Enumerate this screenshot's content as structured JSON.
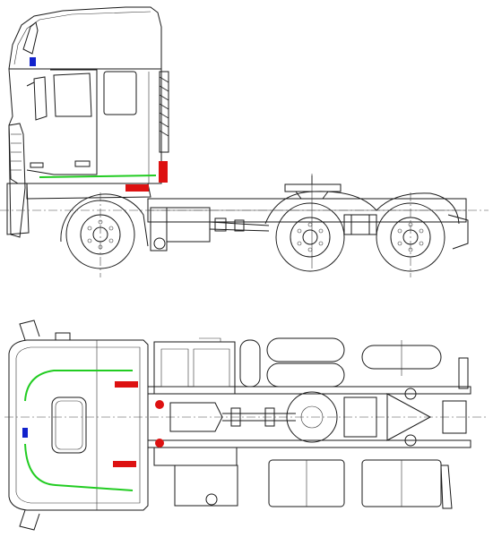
{
  "drawing": {
    "colors": {
      "line": "#1a1a1a",
      "background": "#ffffff",
      "marker_green": "#22cc22",
      "marker_red": "#dd1111",
      "marker_blue": "#1122cc"
    },
    "views": [
      {
        "id": "side",
        "markers": [
          "green-trim-line",
          "red-step-bar",
          "red-rear-pillar",
          "blue-cab-marker"
        ]
      },
      {
        "id": "top",
        "markers": [
          "green-outline-left",
          "green-outline-right",
          "red-bar-top",
          "red-bar-bottom",
          "red-dot-top",
          "red-dot-bottom",
          "blue-marker"
        ]
      }
    ]
  }
}
